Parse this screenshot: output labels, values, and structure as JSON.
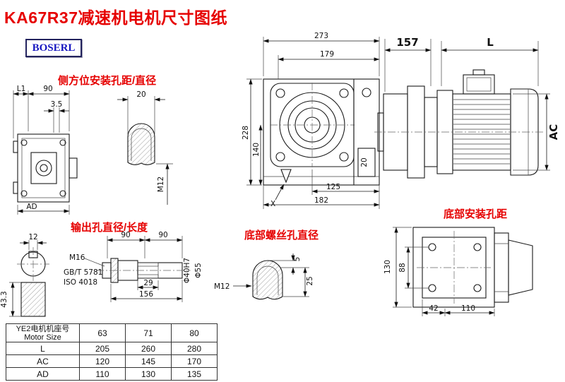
{
  "page": {
    "title": "KA67R37减速机电机尺寸图纸",
    "logo": "BOSERL"
  },
  "labels": {
    "side_mount": "侧方位安装孔距/直径",
    "output_hole": "输出孔直径/长度",
    "bottom_screw": "底部螺丝孔直径",
    "bottom_mount": "底部安装孔距"
  },
  "dims": {
    "side_view": {
      "l1": "L1",
      "w90": "90",
      "t35": "3.5",
      "ad": "AD"
    },
    "side_hole": {
      "w20": "20",
      "m12": "M12"
    },
    "main": {
      "w273": "273",
      "w179": "179",
      "h228": "228",
      "h140": "140",
      "r20": "20",
      "w125": "125",
      "w182": "182",
      "x": "X"
    },
    "motor": {
      "w157": "157",
      "l": "L",
      "ac": "AC"
    },
    "shaft_end": {
      "w12": "12",
      "h433": "43.3"
    },
    "shaft": {
      "w90a": "90",
      "w90b": "90",
      "m16": "M16",
      "gbt": "GB/T 5781",
      "iso": "ISO 4018",
      "w29": "29",
      "w156": "156",
      "d40": "Φ40H7",
      "d55": "Φ55"
    },
    "screw": {
      "m12": "M12",
      "h5": "5",
      "h25": "25"
    },
    "bottom": {
      "h130": "130",
      "h88": "88",
      "w42": "42",
      "w110": "110"
    }
  },
  "table": {
    "header": {
      "line1": "YE2电机机座号",
      "line2": "Motor Size",
      "cols": [
        "63",
        "71",
        "80"
      ]
    },
    "rows": [
      {
        "label": "L",
        "v0": "205",
        "v1": "260",
        "v2": "280"
      },
      {
        "label": "AC",
        "v0": "120",
        "v1": "145",
        "v2": "170"
      },
      {
        "label": "AD",
        "v0": "110",
        "v1": "130",
        "v2": "135"
      }
    ]
  }
}
